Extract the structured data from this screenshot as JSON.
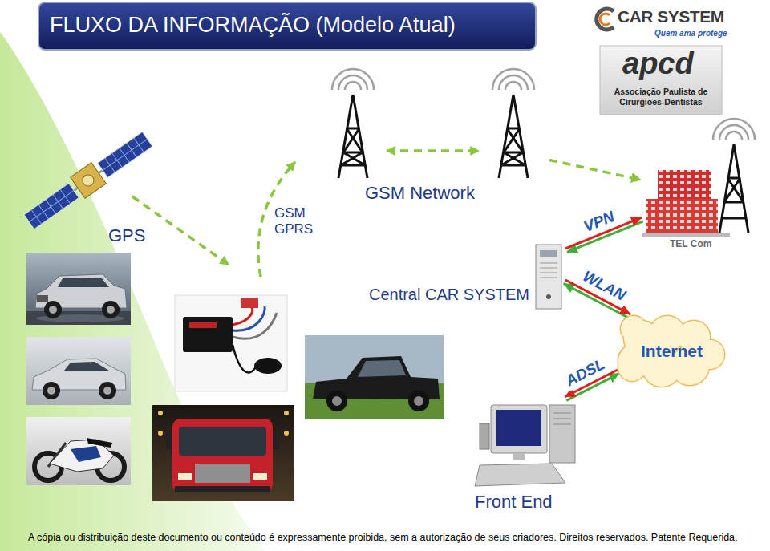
{
  "diagram": {
    "title": "FLUXO DA INFORMAÇÃO (Modelo Atual)",
    "caption": "A cópia ou distribuição deste documento ou conteúdo é expressamente proibida, sem a autorização de seus criadores. Direitos reservados. Patente Requerida.",
    "nodes": [
      {
        "text": [
          "GPS"
        ]
      },
      {
        "text": [
          "GSM Network"
        ]
      },
      {
        "text": [
          "TEL Com"
        ]
      },
      {
        "text": [
          "Central CAR SYSTEM"
        ]
      },
      {
        "text": [
          "Internet"
        ]
      },
      {
        "text": [
          "Front End"
        ]
      }
    ],
    "edges": [
      {
        "from": 1,
        "to": 2,
        "arrow": "to"
      },
      {
        "from": 3,
        "to": 2,
        "label": "VPN",
        "arrow": "both"
      },
      {
        "from": 3,
        "to": 4,
        "label": "WLAN",
        "arrow": "both"
      },
      {
        "from": 4,
        "to": 5,
        "label": "ADSL",
        "arrow": "both"
      }
    ],
    "labels": [
      "GSM GPRS",
      "CAR SYSTEM",
      "Quem ama protege",
      "apcd",
      "Associação Paulista de Cirurgiões-Dentistas"
    ]
  }
}
